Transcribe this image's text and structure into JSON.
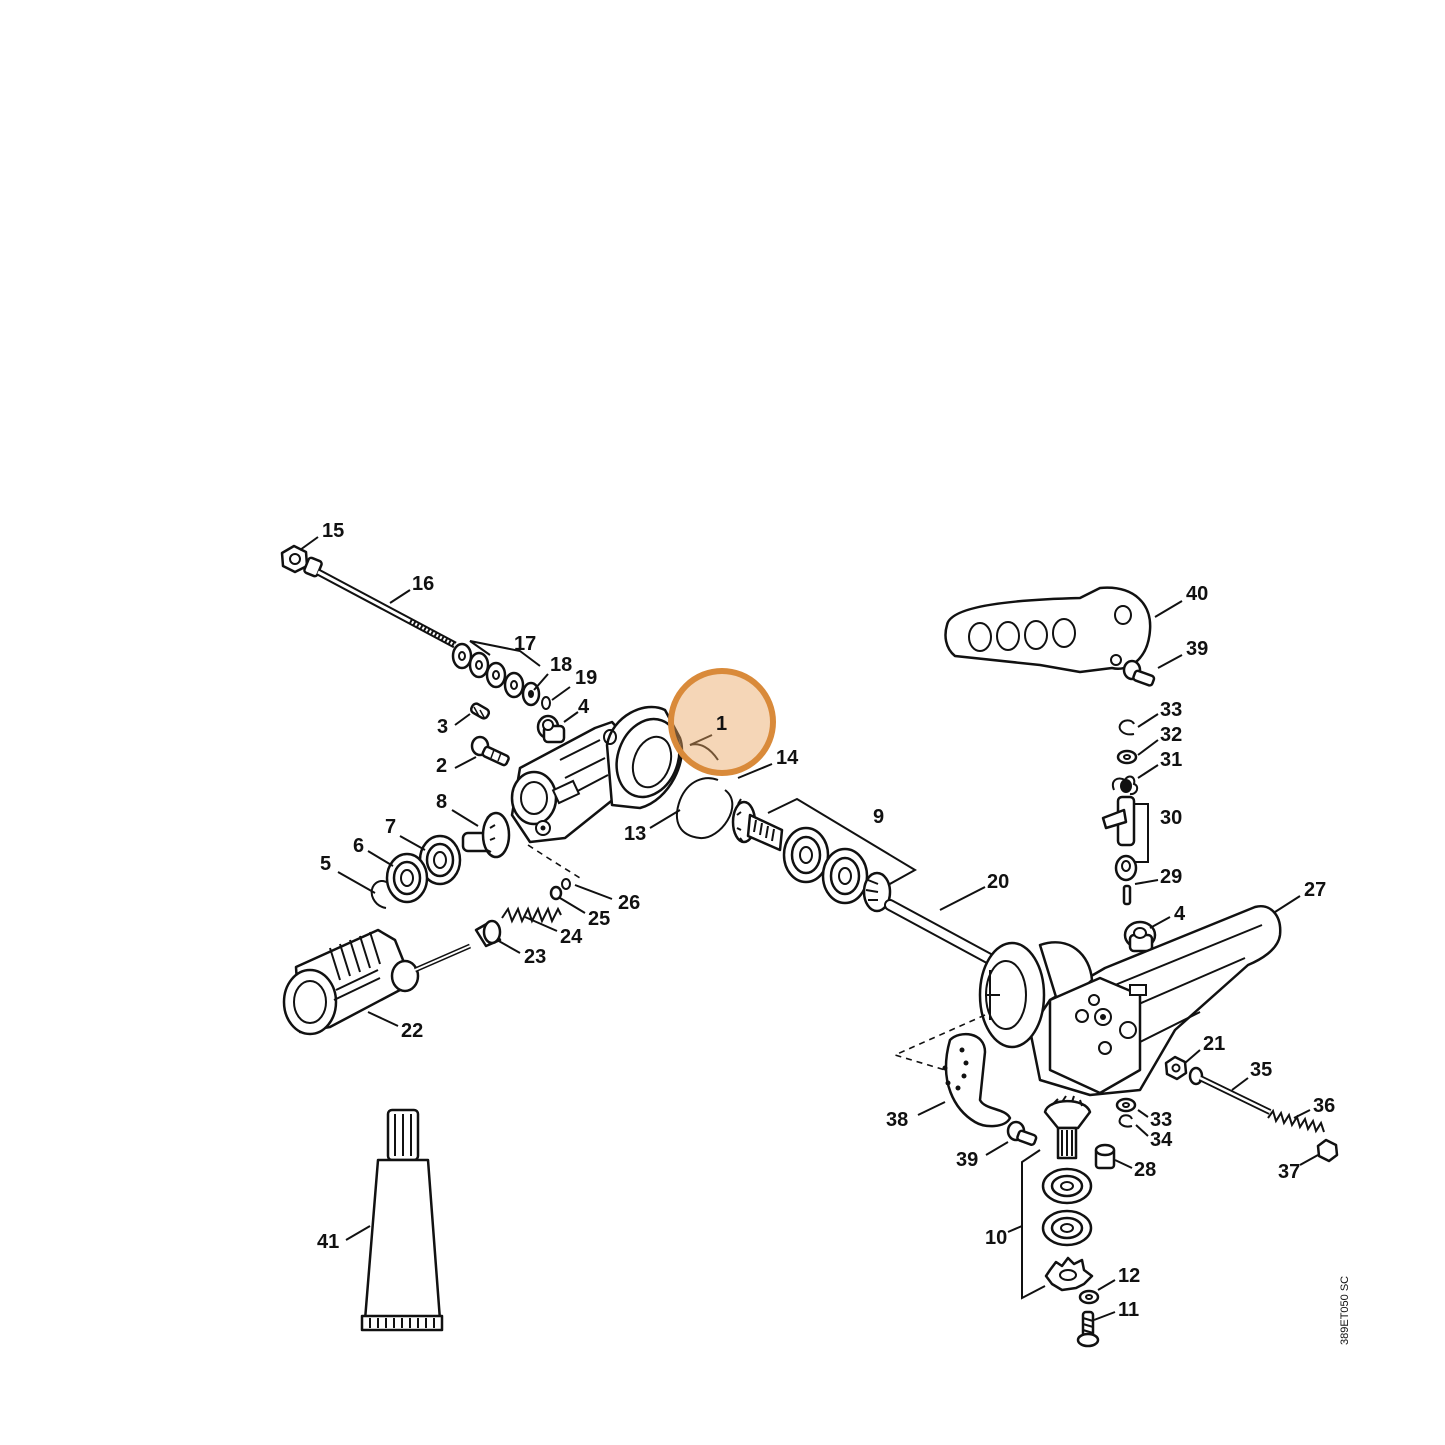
{
  "highlight": {
    "label": "1",
    "color": "#d98a3a"
  },
  "part_numbers": {
    "p1": "1",
    "p2": "2",
    "p3": "3",
    "p4a": "4",
    "p4b": "4",
    "p5": "5",
    "p6": "6",
    "p7": "7",
    "p8": "8",
    "p9": "9",
    "p10": "10",
    "p11": "11",
    "p12": "12",
    "p13": "13",
    "p14": "14",
    "p15": "15",
    "p16": "16",
    "p17": "17",
    "p18": "18",
    "p19": "19",
    "p20": "20",
    "p21": "21",
    "p22": "22",
    "p23": "23",
    "p24": "24",
    "p25": "25",
    "p26": "26",
    "p27": "27",
    "p28": "28",
    "p29": "29",
    "p30": "30",
    "p31": "31",
    "p32": "32",
    "p33a": "33",
    "p33b": "33",
    "p34": "34",
    "p35": "35",
    "p36": "36",
    "p37": "37",
    "p38": "38",
    "p39a": "39",
    "p39b": "39",
    "p40": "40",
    "p41": "41"
  },
  "drawing_reference": "389ET050 SC"
}
